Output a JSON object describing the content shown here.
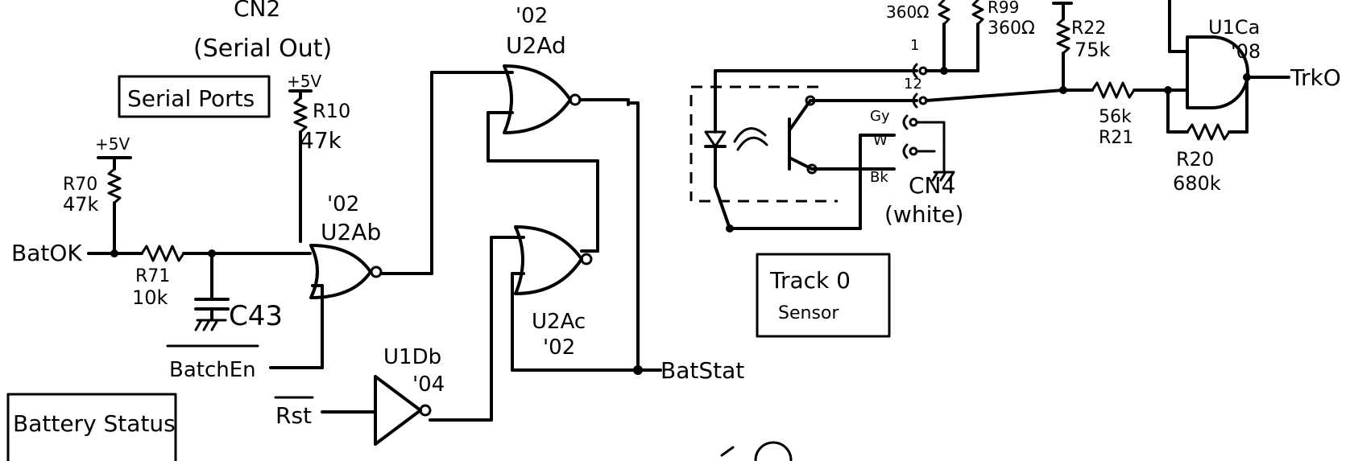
{
  "labels": {
    "cn2": "CN2",
    "serial_out": "(Serial Out)",
    "serial_ports": "Serial Ports",
    "plus5v_a": "+5V",
    "plus5v_b": "+5V",
    "r10_name": "R10",
    "r10_val": "47k",
    "r70_name": "R70",
    "r70_val": "47k",
    "batok": "BatOK",
    "r71_name": "R71",
    "r71_val": "10k",
    "c43": "C43",
    "batchen": "BatchEn",
    "u2ab_type": "'02",
    "u2ab_name": "U2Ab",
    "u2ad_type": "'02",
    "u2ad_name": "U2Ad",
    "u2ac_name": "U2Ac",
    "u2ac_type": "'02",
    "u1db_name": "U1Db",
    "u1db_type": "'04",
    "rst": "Rst",
    "batstat": "BatStat",
    "battery_status": "Battery Status",
    "r360a": "360Ω",
    "r99_name": "R99",
    "r99_val": "360Ω",
    "r22_name": "R22",
    "r22_val": "75k",
    "u1ca_name": "U1Ca",
    "u1ca_type": "'08",
    "trk0": "TrkO",
    "pin1": "1",
    "pin12": "12",
    "wire_gy": "Gy",
    "wire_w": "W",
    "wire_bk": "Bk",
    "cn4": "CN4",
    "white": "(white)",
    "r21_val": "56k",
    "r21_name": "R21",
    "r20_name": "R20",
    "r20_val": "680k",
    "track0_line1": "Track 0",
    "track0_line2": "Sensor"
  }
}
